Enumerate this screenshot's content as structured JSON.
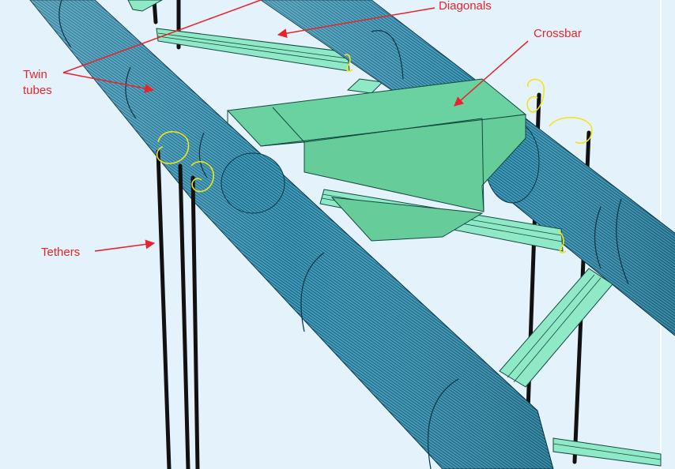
{
  "labels": {
    "diagonals": "Diagonals",
    "crossbar": "Crossbar",
    "twin_tubes_line1": "Twin",
    "twin_tubes_line2": "tubes",
    "tethers": "Tethers"
  },
  "colors": {
    "background": "#e4f2fb",
    "tube_fill": "#3b97b6",
    "tube_hatch": "#0d3a4c",
    "crossbar_fill": "#66cc99",
    "crossbar_top": "#6ad2a0",
    "diagonal_fill": "#8fe8c6",
    "outline": "#124a40",
    "tether": "#111111",
    "weld_marker": "#f2e41c",
    "annotation": "#e8242a"
  }
}
